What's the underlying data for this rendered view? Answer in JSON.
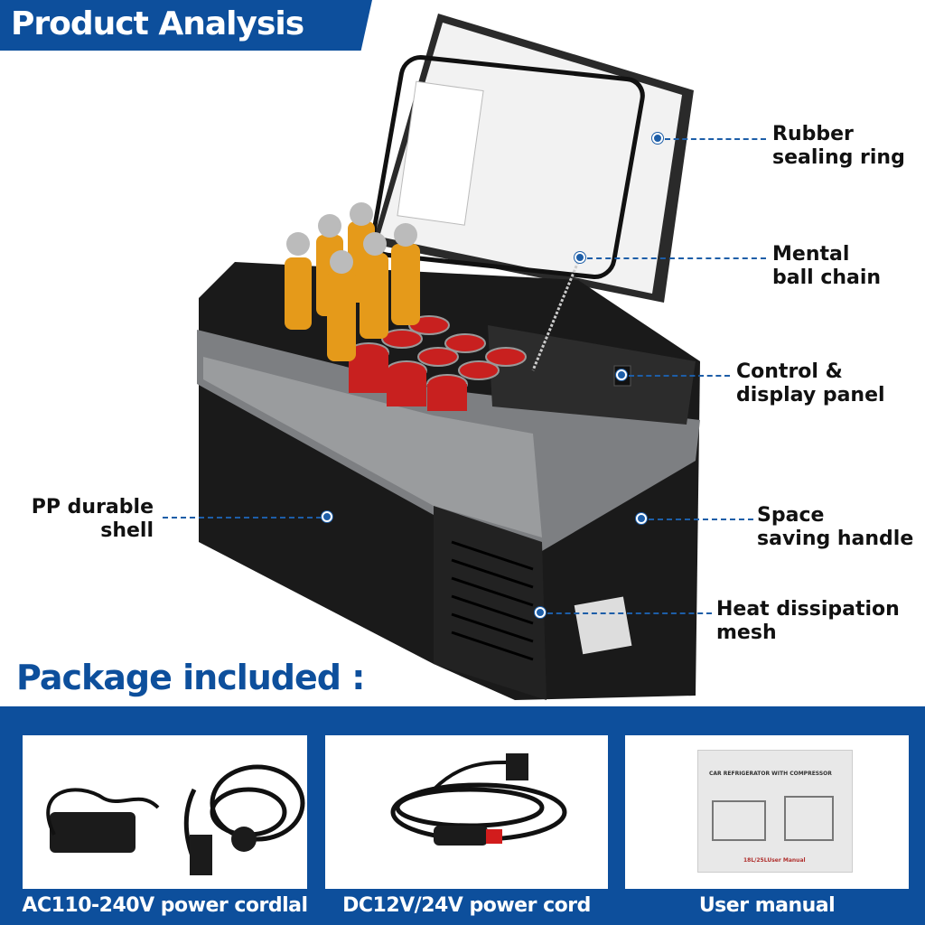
{
  "header": {
    "title": "Product Analysis"
  },
  "callouts": {
    "rubber": [
      "Rubber",
      "sealing ring"
    ],
    "chain": [
      "Mental",
      "ball chain"
    ],
    "panel": [
      "Control &",
      "display panel"
    ],
    "shell": [
      "PP durable",
      "shell"
    ],
    "handle": [
      "Space",
      "saving handle"
    ],
    "mesh": [
      "Heat dissipation",
      "mesh"
    ]
  },
  "package": {
    "title": "Package included :",
    "items": [
      {
        "label": "AC110-240V power cordlal"
      },
      {
        "label": "DC12V/24V power cord"
      },
      {
        "label": "User manual",
        "manual_title": "CAR REFRIGERATOR WITH COMPRESSOR",
        "manual_subtitle": "18L/25LUser Manual"
      }
    ]
  },
  "colors": {
    "brand": "#0d4f9c",
    "accent": "#1d5ea8"
  }
}
